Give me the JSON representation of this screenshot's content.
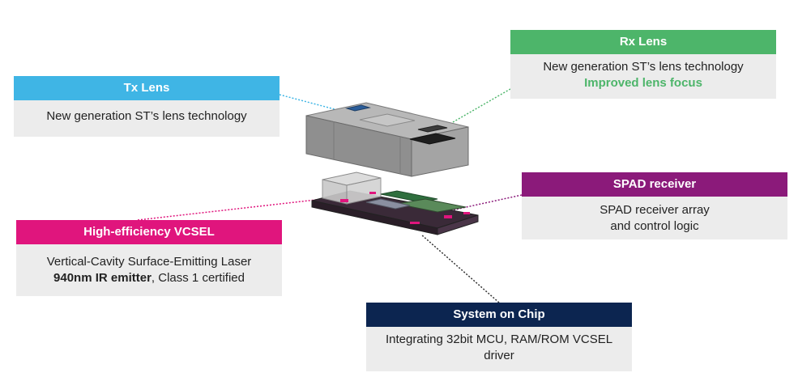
{
  "callouts": {
    "tx": {
      "title": "Tx Lens",
      "line1": "New generation ST’s lens technology"
    },
    "rx": {
      "title": "Rx Lens",
      "line1": "New generation ST’s lens technology",
      "line2": "Improved lens focus"
    },
    "spad": {
      "title": "SPAD receiver",
      "line1": "SPAD receiver array",
      "line2": "and control logic"
    },
    "vcsel": {
      "title": "High-efficiency VCSEL",
      "line1": "Vertical-Cavity Surface-Emitting Laser",
      "line2_bold": "940nm IR emitter",
      "line2_rest": ", Class 1 certified"
    },
    "soc": {
      "title": "System on Chip",
      "line1": "Integrating 32bit MCU, RAM/ROM VCSEL",
      "line2": "driver"
    }
  },
  "colors": {
    "tx": "#3fb5e5",
    "rx": "#4db56a",
    "spad": "#8b1a7a",
    "vcsel": "#e0157d",
    "soc": "#0c2550"
  }
}
